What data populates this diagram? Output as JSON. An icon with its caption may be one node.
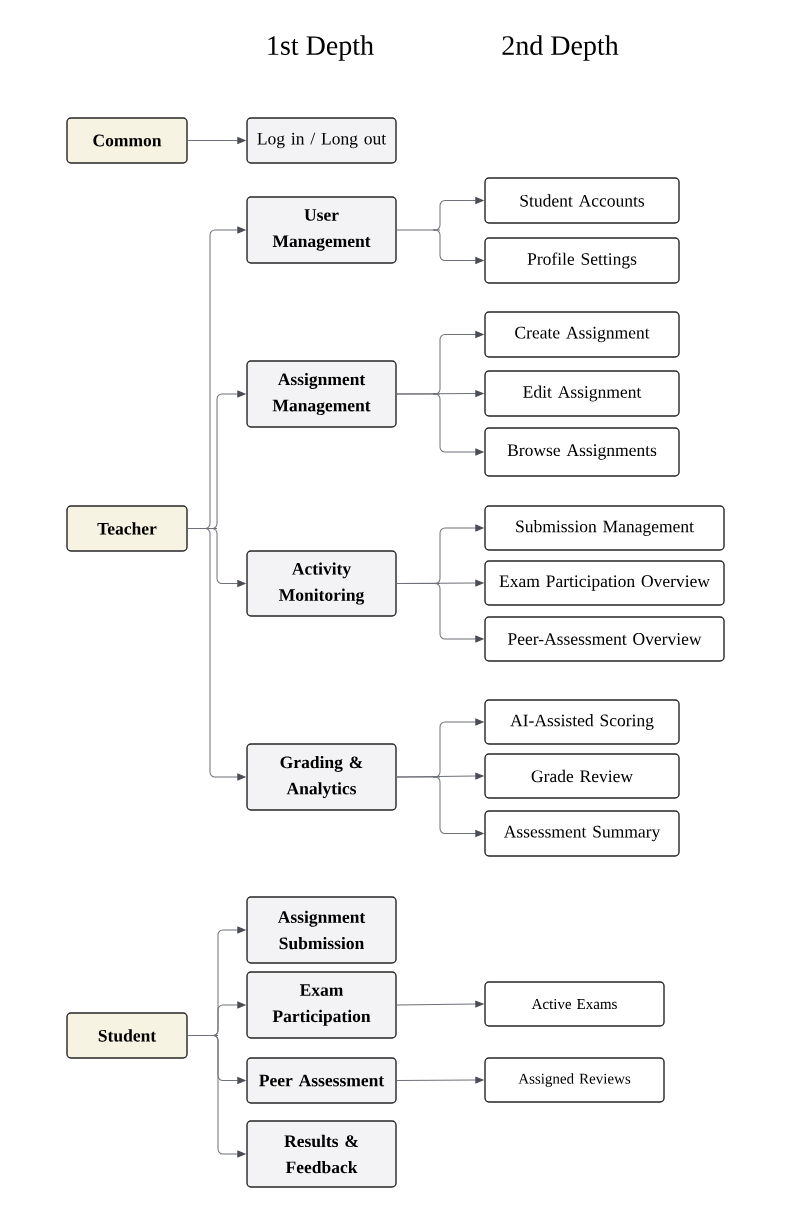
{
  "diagram": {
    "nodes": [
      {
        "text": [
          "Common"
        ]
      },
      {
        "text": [
          "Log in / Long out"
        ]
      },
      {
        "text": [
          "Teacher"
        ]
      },
      {
        "text": [
          "User Management"
        ]
      },
      {
        "text": [
          "Student Accounts"
        ]
      },
      {
        "text": [
          "Profile Settings"
        ]
      },
      {
        "text": [
          "Assignment Management"
        ]
      },
      {
        "text": [
          "Create Assignment"
        ]
      },
      {
        "text": [
          "Edit Assignment"
        ]
      },
      {
        "text": [
          "Browse Assignments"
        ]
      },
      {
        "text": [
          "Activity Monitoring"
        ]
      },
      {
        "text": [
          "Submission Management"
        ]
      },
      {
        "text": [
          "Exam Participation Overview"
        ]
      },
      {
        "text": [
          "Peer-Assessment Overview"
        ]
      },
      {
        "text": [
          "Grading & Analytics"
        ]
      },
      {
        "text": [
          "AI-Assisted Scoring"
        ]
      },
      {
        "text": [
          "Grade Review"
        ]
      },
      {
        "text": [
          "Assessment Summary"
        ]
      },
      {
        "text": [
          "Student"
        ]
      },
      {
        "text": [
          "Assignment Submission"
        ]
      },
      {
        "text": [
          "Exam Participation"
        ]
      },
      {
        "text": [
          "Active Exams"
        ]
      },
      {
        "text": [
          "Peer Assessment"
        ]
      },
      {
        "text": [
          "Assigned Reviews"
        ]
      },
      {
        "text": [
          "Results & Feedback"
        ]
      }
    ],
    "edges": [
      {
        "from": 0,
        "to": 1,
        "arrow": "to"
      },
      {
        "from": 2,
        "to": 3,
        "arrow": "to"
      },
      {
        "from": 3,
        "to": 4,
        "arrow": "to"
      },
      {
        "from": 3,
        "to": 5,
        "arrow": "to"
      },
      {
        "from": 2,
        "to": 6,
        "arrow": "to"
      },
      {
        "from": 6,
        "to": 7,
        "arrow": "to"
      },
      {
        "from": 6,
        "to": 8,
        "arrow": "to"
      },
      {
        "from": 6,
        "to": 9,
        "arrow": "to"
      },
      {
        "from": 2,
        "to": 10,
        "arrow": "to"
      },
      {
        "from": 10,
        "to": 11,
        "arrow": "to"
      },
      {
        "from": 10,
        "to": 12,
        "arrow": "to"
      },
      {
        "from": 10,
        "to": 13,
        "arrow": "to"
      },
      {
        "from": 2,
        "to": 14,
        "arrow": "to"
      },
      {
        "from": 14,
        "to": 15,
        "arrow": "to"
      },
      {
        "from": 14,
        "to": 16,
        "arrow": "to"
      },
      {
        "from": 14,
        "to": 17,
        "arrow": "to"
      },
      {
        "from": 18,
        "to": 19,
        "arrow": "to"
      },
      {
        "from": 18,
        "to": 20,
        "arrow": "to"
      },
      {
        "from": 20,
        "to": 21,
        "arrow": "to"
      },
      {
        "from": 18,
        "to": 22,
        "arrow": "to"
      },
      {
        "from": 22,
        "to": 23,
        "arrow": "to"
      },
      {
        "from": 18,
        "to": 24,
        "arrow": "to"
      }
    ],
    "labels": [
      "1st Depth",
      "2nd Depth"
    ]
  }
}
